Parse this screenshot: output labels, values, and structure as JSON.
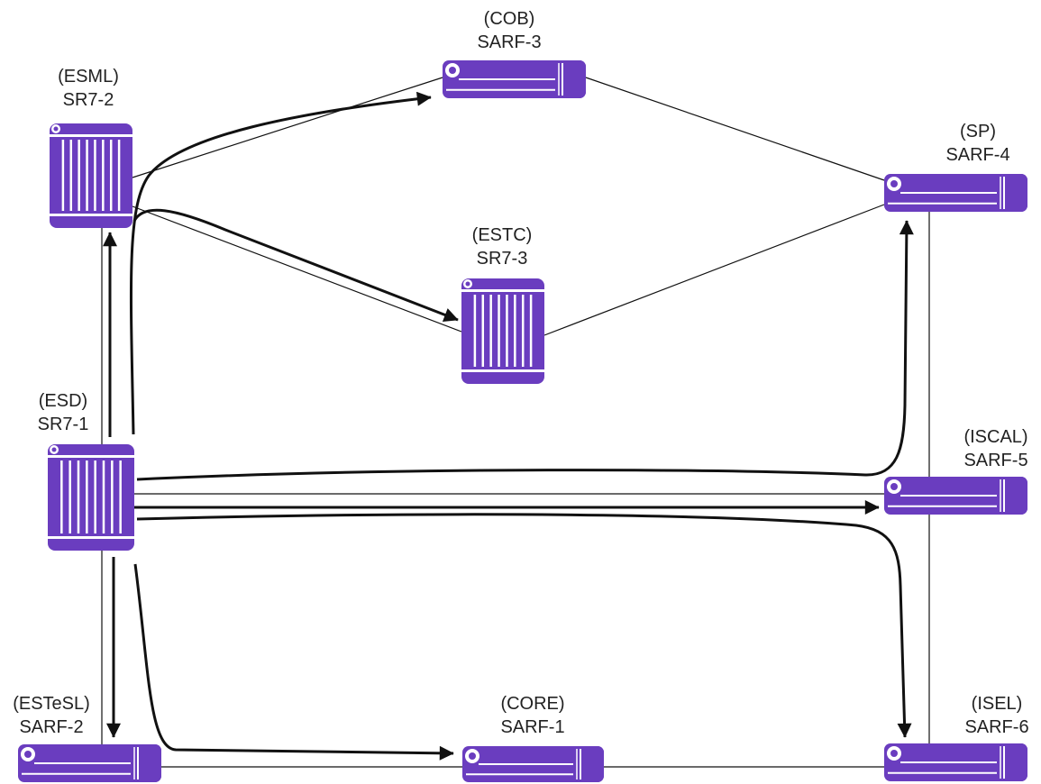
{
  "colors": {
    "device": "#6a3dbf",
    "device_light": "#ffffff",
    "link": "#111111",
    "text": "#222222"
  },
  "nodes": {
    "sr7_1": {
      "site": "(ESD)",
      "name": "SR7-1",
      "kind": "router-chassis",
      "icon": "router-chassis-icon"
    },
    "sr7_2": {
      "site": "(ESML)",
      "name": "SR7-2",
      "kind": "router-chassis",
      "icon": "router-chassis-icon"
    },
    "sr7_3": {
      "site": "(ESTC)",
      "name": "SR7-3",
      "kind": "router-chassis",
      "icon": "router-chassis-icon"
    },
    "sarf_1": {
      "site": "(CORE)",
      "name": "SARF-1",
      "kind": "access-router",
      "icon": "access-router-icon"
    },
    "sarf_2": {
      "site": "(ESTeSL)",
      "name": "SARF-2",
      "kind": "access-router",
      "icon": "access-router-icon"
    },
    "sarf_3": {
      "site": "(COB)",
      "name": "SARF-3",
      "kind": "access-router",
      "icon": "access-router-icon"
    },
    "sarf_4": {
      "site": "(SP)",
      "name": "SARF-4",
      "kind": "access-router",
      "icon": "access-router-icon"
    },
    "sarf_5": {
      "site": "(ISCAL)",
      "name": "SARF-5",
      "kind": "access-router",
      "icon": "access-router-icon"
    },
    "sarf_6": {
      "site": "(ISEL)",
      "name": "SARF-6",
      "kind": "access-router",
      "icon": "access-router-icon"
    }
  },
  "links": [
    {
      "from": "sr7_2",
      "to": "sarf_3"
    },
    {
      "from": "sr7_2",
      "to": "sr7_3"
    },
    {
      "from": "sarf_3",
      "to": "sarf_4"
    },
    {
      "from": "sr7_3",
      "to": "sarf_4"
    },
    {
      "from": "sarf_4",
      "to": "sarf_6"
    },
    {
      "from": "sr7_1",
      "to": "sarf_5"
    },
    {
      "from": "sr7_1",
      "to": "sr7_2"
    },
    {
      "from": "sr7_1",
      "to": "sarf_2"
    },
    {
      "from": "sarf_2",
      "to": "sarf_1"
    },
    {
      "from": "sarf_1",
      "to": "sarf_6"
    }
  ],
  "paths": [
    {
      "from": "sr7_1",
      "to": "sr7_2"
    },
    {
      "from": "sr7_1",
      "to": "sarf_3"
    },
    {
      "from": "sr7_2",
      "to": "sr7_3"
    },
    {
      "from": "sr7_1",
      "to": "sarf_4"
    },
    {
      "from": "sr7_1",
      "to": "sarf_5"
    },
    {
      "from": "sr7_1",
      "to": "sarf_6"
    },
    {
      "from": "sr7_1",
      "to": "sarf_2"
    },
    {
      "from": "sr7_1",
      "to": "sarf_1"
    }
  ]
}
